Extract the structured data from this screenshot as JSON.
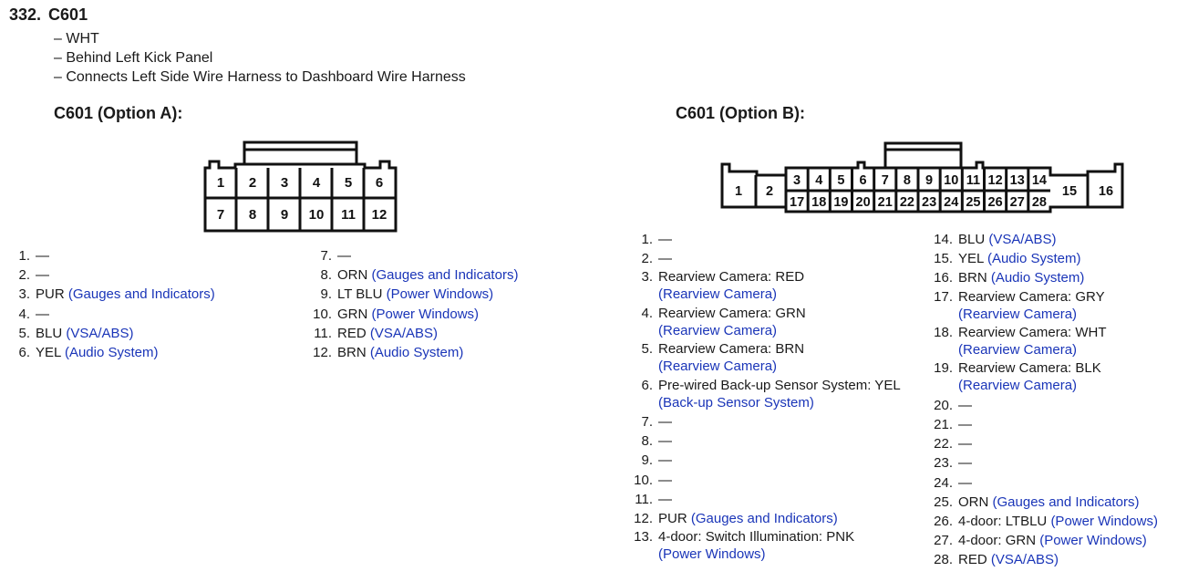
{
  "header": {
    "number": "332.",
    "name": "C601"
  },
  "notes": [
    "– WHT",
    "– Behind Left Kick Panel",
    "– Connects Left Side Wire Harness to Dashboard Wire Harness"
  ],
  "option_a": {
    "title": "C601 (Option A):",
    "connector_pins_top": [
      "1",
      "2",
      "3",
      "4",
      "5",
      "6"
    ],
    "connector_pins_bottom": [
      "7",
      "8",
      "9",
      "10",
      "11",
      "12"
    ],
    "pins_col1": [
      {
        "n": "1.",
        "wire": "—",
        "system": ""
      },
      {
        "n": "2.",
        "wire": "—",
        "system": ""
      },
      {
        "n": "3.",
        "wire": "PUR",
        "system": "(Gauges and Indicators)"
      },
      {
        "n": "4.",
        "wire": "—",
        "system": ""
      },
      {
        "n": "5.",
        "wire": "BLU",
        "system": "(VSA/ABS)"
      },
      {
        "n": "6.",
        "wire": "YEL",
        "system": "(Audio System)"
      }
    ],
    "pins_col2": [
      {
        "n": "7.",
        "wire": "—",
        "system": ""
      },
      {
        "n": "8.",
        "wire": "ORN",
        "system": "(Gauges and Indicators)"
      },
      {
        "n": "9.",
        "wire": "LT BLU",
        "system": "(Power Windows)"
      },
      {
        "n": "10.",
        "wire": "GRN",
        "system": "(Power Windows)"
      },
      {
        "n": "11.",
        "wire": "RED",
        "system": "(VSA/ABS)"
      },
      {
        "n": "12.",
        "wire": "BRN",
        "system": "(Audio System)"
      }
    ]
  },
  "option_b": {
    "title": "C601 (Option B):",
    "connector_side_left": [
      "1",
      "2"
    ],
    "connector_pins_top": [
      "3",
      "4",
      "5",
      "6",
      "7",
      "8",
      "9",
      "10",
      "11",
      "12",
      "13",
      "14"
    ],
    "connector_pins_bottom": [
      "17",
      "18",
      "19",
      "20",
      "21",
      "22",
      "23",
      "24",
      "25",
      "26",
      "27",
      "28"
    ],
    "connector_side_right": [
      "15",
      "16"
    ],
    "pins_col1": [
      {
        "n": "1.",
        "wire": "—",
        "system": ""
      },
      {
        "n": "2.",
        "wire": "—",
        "system": ""
      },
      {
        "n": "3.",
        "wire": "Rearview Camera: RED",
        "system": "(Rearview Camera)",
        "wrap": true
      },
      {
        "n": "4.",
        "wire": "Rearview Camera: GRN",
        "system": "(Rearview Camera)",
        "wrap": true
      },
      {
        "n": "5.",
        "wire": "Rearview Camera: BRN",
        "system": "(Rearview Camera)",
        "wrap": true
      },
      {
        "n": "6.",
        "wire": "Pre-wired Back-up Sensor System: YEL",
        "system": "(Back-up Sensor System)",
        "wrap": true
      },
      {
        "n": "7.",
        "wire": "—",
        "system": ""
      },
      {
        "n": "8.",
        "wire": "—",
        "system": ""
      },
      {
        "n": "9.",
        "wire": "—",
        "system": ""
      },
      {
        "n": "10.",
        "wire": "—",
        "system": ""
      },
      {
        "n": "11.",
        "wire": "—",
        "system": ""
      },
      {
        "n": "12.",
        "wire": "PUR",
        "system": "(Gauges and Indicators)"
      },
      {
        "n": "13.",
        "wire": "4-door: Switch Illumination: PNK",
        "system": "(Power Windows)",
        "wrap": true
      }
    ],
    "pins_col2": [
      {
        "n": "14.",
        "wire": "BLU",
        "system": "(VSA/ABS)"
      },
      {
        "n": "15.",
        "wire": "YEL",
        "system": "(Audio System)"
      },
      {
        "n": "16.",
        "wire": "BRN",
        "system": "(Audio System)"
      },
      {
        "n": "17.",
        "wire": "Rearview Camera: GRY",
        "system": "(Rearview Camera)",
        "wrap": true
      },
      {
        "n": "18.",
        "wire": "Rearview Camera: WHT",
        "system": "(Rearview Camera)",
        "wrap": true
      },
      {
        "n": "19.",
        "wire": "Rearview Camera: BLK",
        "system": "(Rearview Camera)",
        "wrap": true
      },
      {
        "n": "20.",
        "wire": "—",
        "system": ""
      },
      {
        "n": "21.",
        "wire": "—",
        "system": ""
      },
      {
        "n": "22.",
        "wire": "—",
        "system": ""
      },
      {
        "n": "23.",
        "wire": "—",
        "system": ""
      },
      {
        "n": "24.",
        "wire": "—",
        "system": ""
      },
      {
        "n": "25.",
        "wire": "ORN",
        "system": "(Gauges and Indicators)"
      },
      {
        "n": "26.",
        "wire": "4-door: LTBLU",
        "system": "(Power Windows)"
      },
      {
        "n": "27.",
        "wire": "4-door: GRN",
        "system": "(Power Windows)"
      },
      {
        "n": "28.",
        "wire": "RED",
        "system": "(VSA/ABS)"
      }
    ]
  },
  "colors": {
    "link": "#1a35b8",
    "text": "#1a1a1a"
  }
}
